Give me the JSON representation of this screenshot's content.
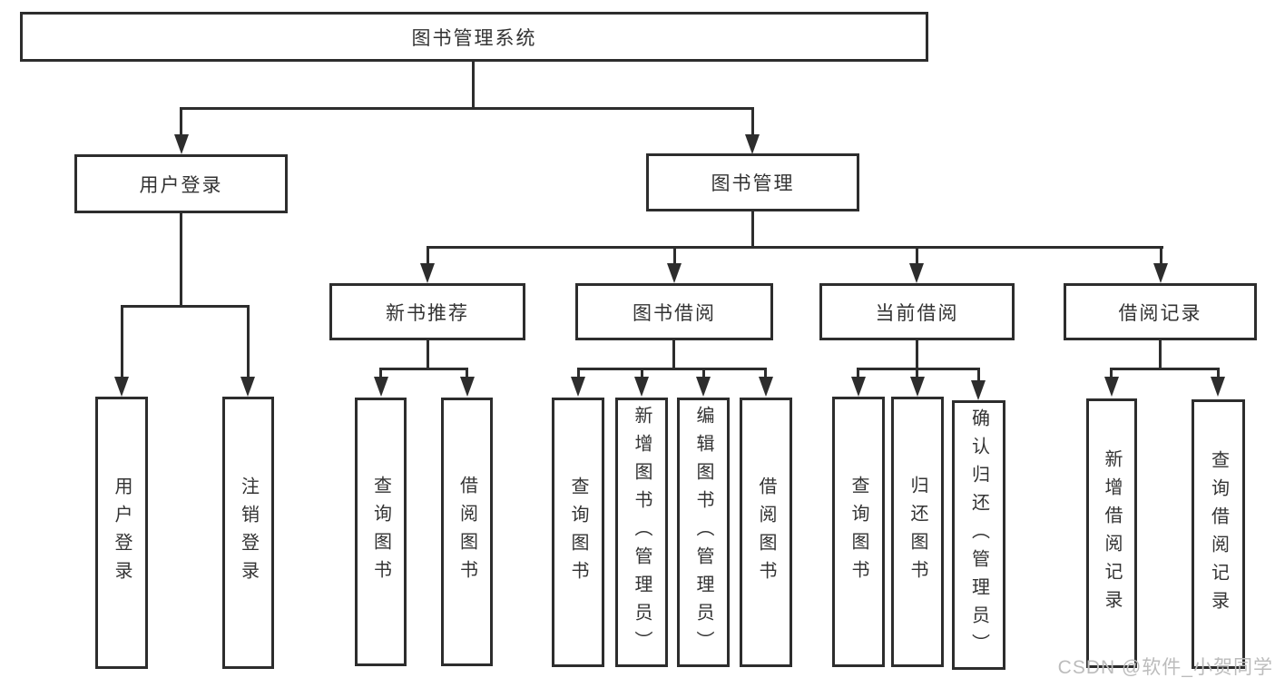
{
  "tree": {
    "root": {
      "label": "图书管理系统"
    },
    "branches": [
      {
        "label": "用户登录",
        "leaves": [
          {
            "label": "用户登录"
          },
          {
            "label": "注销登录"
          }
        ]
      },
      {
        "label": "图书管理",
        "groups": [
          {
            "label": "新书推荐",
            "leaves": [
              {
                "label": "查询图书"
              },
              {
                "label": "借阅图书"
              }
            ]
          },
          {
            "label": "图书借阅",
            "leaves": [
              {
                "label": "查询图书"
              },
              {
                "label": "新增图书（管理员）"
              },
              {
                "label": "编辑图书（管理员）"
              },
              {
                "label": "借阅图书"
              }
            ]
          },
          {
            "label": "当前借阅",
            "leaves": [
              {
                "label": "查询图书"
              },
              {
                "label": "归还图书"
              },
              {
                "label": "确认归还（管理员）"
              }
            ]
          },
          {
            "label": "借阅记录",
            "leaves": [
              {
                "label": "新增借阅记录"
              },
              {
                "label": "查询借阅记录"
              }
            ]
          }
        ]
      }
    ]
  },
  "watermark": "CSDN @软件_小贺同学",
  "colors": {
    "line": "#2d2d2d",
    "text": "#333333",
    "watermark": "#bcbcbc",
    "background": "#ffffff"
  }
}
